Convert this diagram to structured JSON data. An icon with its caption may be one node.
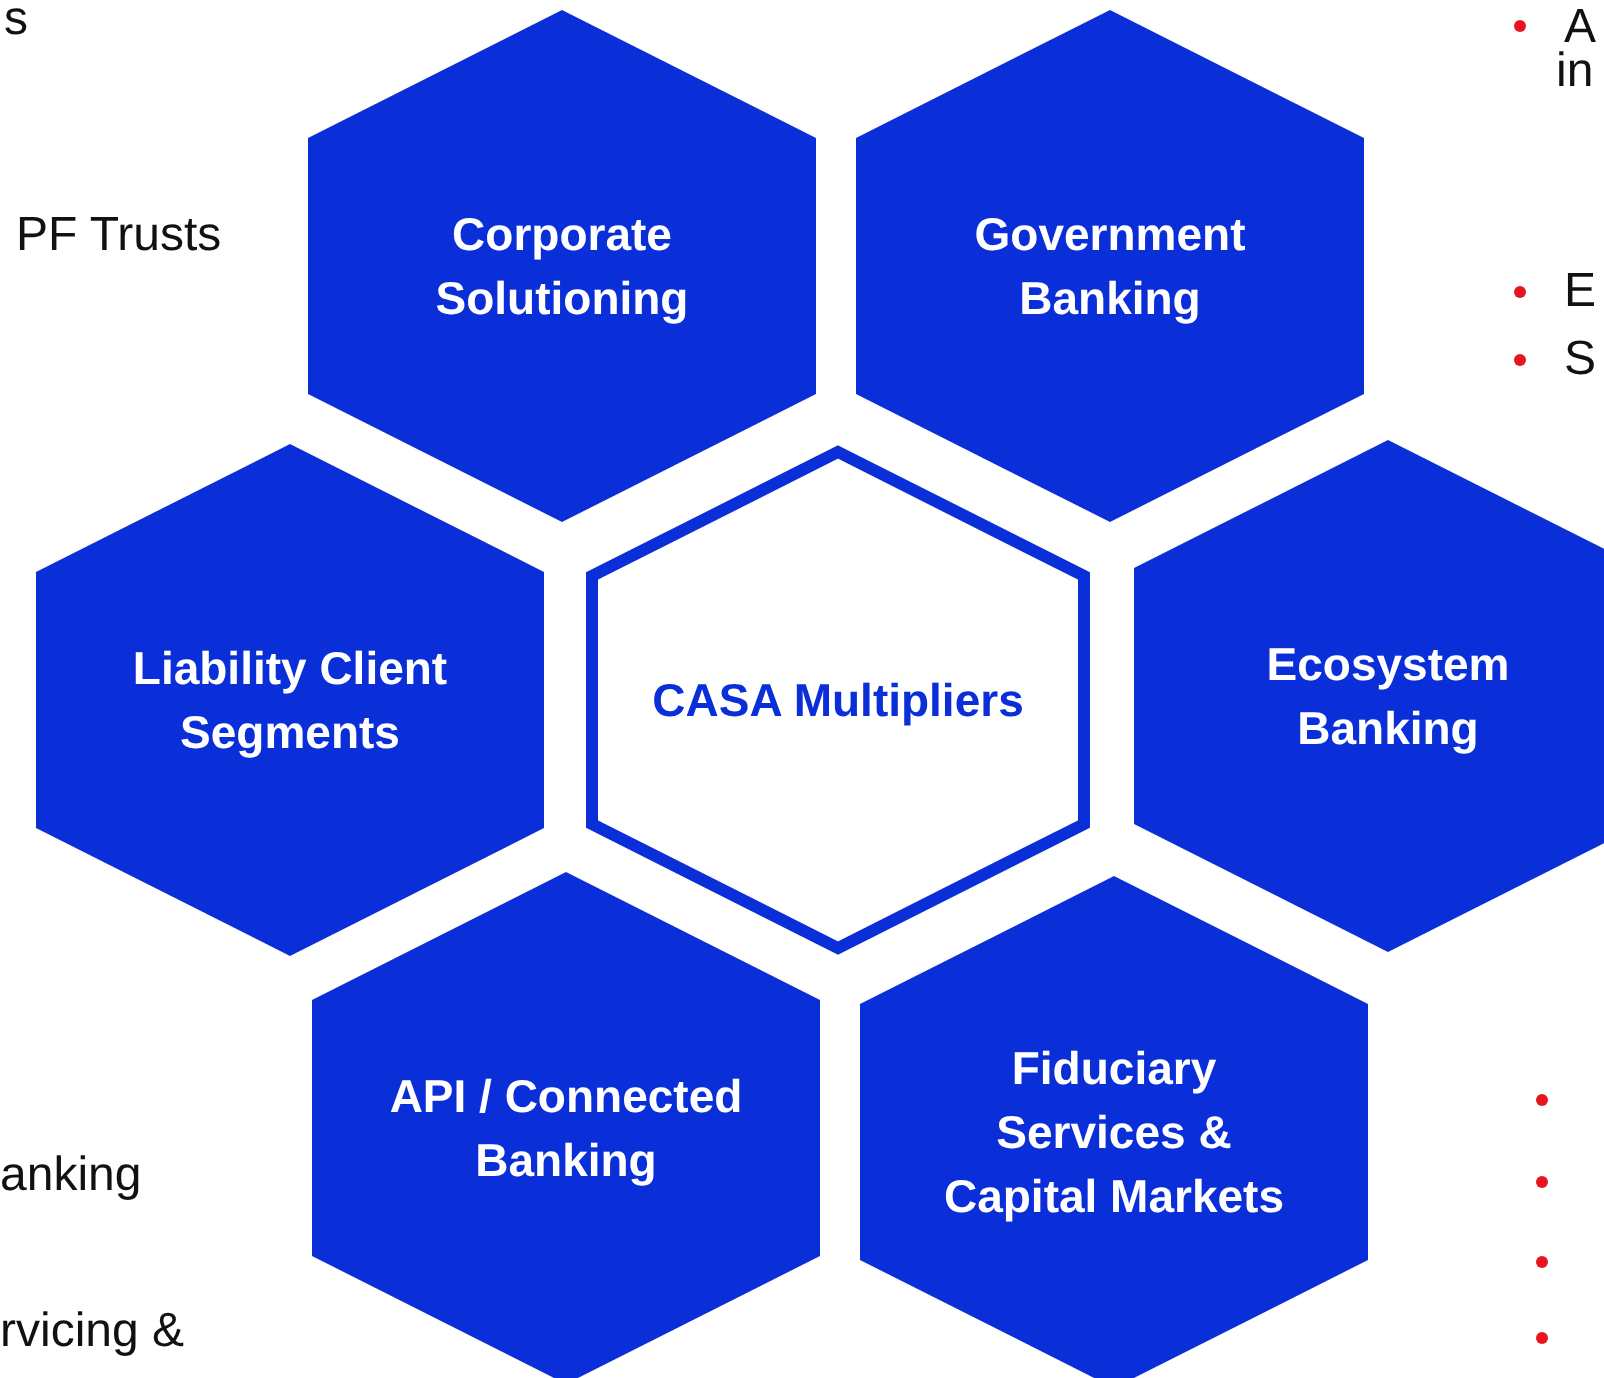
{
  "diagram": {
    "nodes": [
      {
        "text": [
          "Corporate Solutioning"
        ]
      },
      {
        "text": [
          "Government Banking"
        ]
      },
      {
        "text": [
          "Liability Client Segments"
        ]
      },
      {
        "text": [
          "CASA Multipliers"
        ]
      },
      {
        "text": [
          "Ecosystem Banking"
        ]
      },
      {
        "text": [
          "API / Connected Banking"
        ]
      },
      {
        "text": [
          "Fiduciary Services & Capital Markets"
        ]
      }
    ],
    "edges": [],
    "labels": [
      "s",
      "A",
      "in",
      "PF Trusts",
      "E",
      "S",
      "anking",
      "rvicing &"
    ]
  }
}
